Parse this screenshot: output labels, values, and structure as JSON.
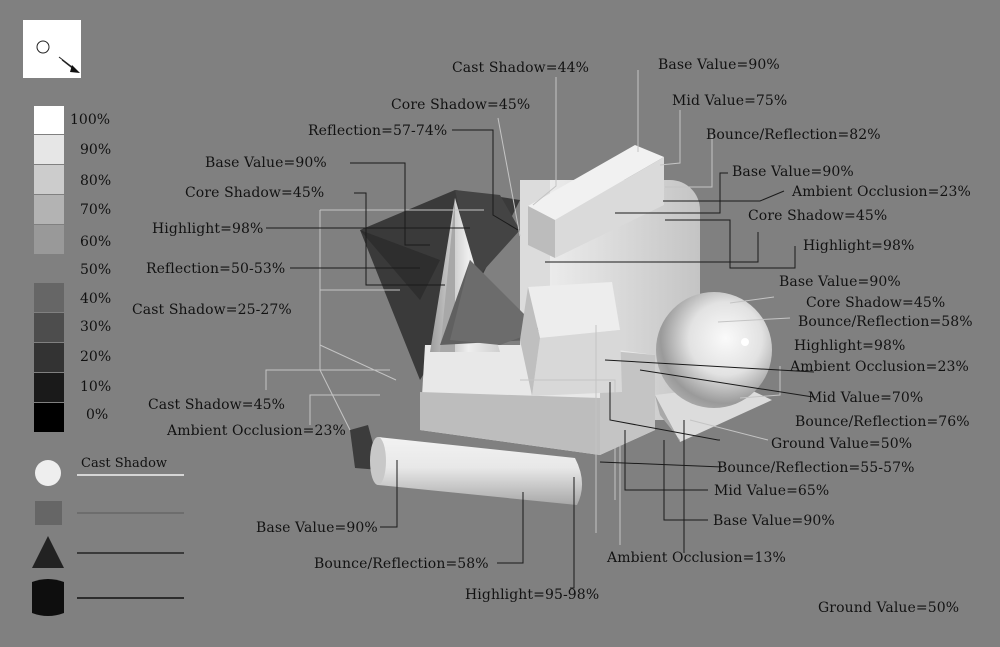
{
  "value_scale": [
    "100%",
    "90%",
    "80%",
    "70%",
    "60%",
    "50%",
    "40%",
    "30%",
    "20%",
    "10%",
    "0%"
  ],
  "legend": {
    "cast_shadow": "Cast Shadow"
  },
  "labels": {
    "cast_shadow_top": "Cast Shadow=44%",
    "core_shadow_top": "Core Shadow=45%",
    "reflection_top": "Reflection=57-74%",
    "base_value_cone": "Base Value=90%",
    "core_shadow_cone": "Core Shadow=45%",
    "highlight_cone": "Highlight=98%",
    "reflection_cone": "Reflection=50-53%",
    "cast_shadow_left": "Cast Shadow=25-27%",
    "cast_shadow_mid": "Cast Shadow=45%",
    "ambient_occlusion_left": "Ambient Occlusion=23%",
    "base_value_box": "Base Value=90%",
    "mid_value_box": "Mid Value=75%",
    "bounce_box": "Bounce/Reflection=82%",
    "base_value_right": "Base Value=90%",
    "ambient_occlusion_right": "Ambient Occlusion=23%",
    "core_shadow_right": "Core Shadow=45%",
    "highlight_right": "Highlight=98%",
    "base_value_sphere": "Base Value=90%",
    "core_shadow_sphere": "Core Shadow=45%",
    "bounce_sphere": "Bounce/Reflection=58%",
    "highlight_sphere": "Highlight=98%",
    "ambient_occlusion_sphere": "Ambient Occlusion=23%",
    "mid_value_sphere": "Mid Value=70%",
    "bounce_tile": "Bounce/Reflection=76%",
    "ground_value_mid": "Ground Value=50%",
    "bounce_base": "Bounce/Reflection=55-57%",
    "mid_value_base": "Mid Value=65%",
    "base_value_base": "Base Value=90%",
    "ambient_occlusion_bottom": "Ambient Occlusion=13%",
    "base_value_cyl": "Base Value=90%",
    "bounce_cyl": "Bounce/Reflection=58%",
    "highlight_cyl": "Highlight=95-98%",
    "ground_value_corner": "Ground Value=50%"
  }
}
